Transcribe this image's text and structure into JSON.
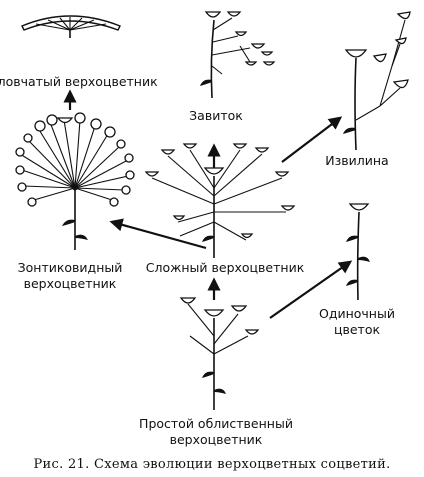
{
  "labels": {
    "capitate": "Головчатый верхоцветник",
    "zavitok": "Завиток",
    "izvilina": "Извилина",
    "umbellate_1": "Зонтиковидный",
    "umbellate_2": "верхоцветник",
    "compound": "Сложный верхоцветник",
    "single_1": "Одиночный",
    "single_2": "цветок",
    "simple_1": "Простой облиственный",
    "simple_2": "верхоцветник"
  },
  "caption": "Рис. 21. Схема эволюции верхоцветных соцветий."
}
